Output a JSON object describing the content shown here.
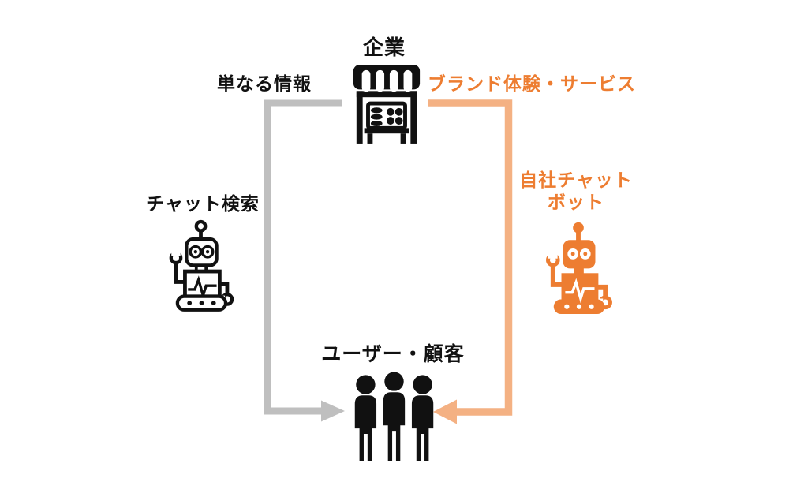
{
  "colors": {
    "ink": "#111111",
    "orange": "#ED7D31",
    "orange-light": "#F4B183",
    "gray": "#BFBFBF"
  },
  "nodes": {
    "company": {
      "label": "企業",
      "icon": "storefront-icon"
    },
    "users": {
      "label": "ユーザー・顧客",
      "icon": "people-group-icon"
    }
  },
  "flows": {
    "left": {
      "edge_label": "単なる情報",
      "channel_label": "チャット検索",
      "channel_icon": "chat-search-robot-icon",
      "arrow_color": "#BFBFBF",
      "direction": "company-to-users"
    },
    "right": {
      "edge_label": "ブランド体験・サービス",
      "channel_label_line1": "自社チャット",
      "channel_label_line2": "ボット",
      "channel_icon": "company-chatbot-robot-icon",
      "arrow_color": "#F4B183",
      "direction": "company-to-users"
    }
  }
}
